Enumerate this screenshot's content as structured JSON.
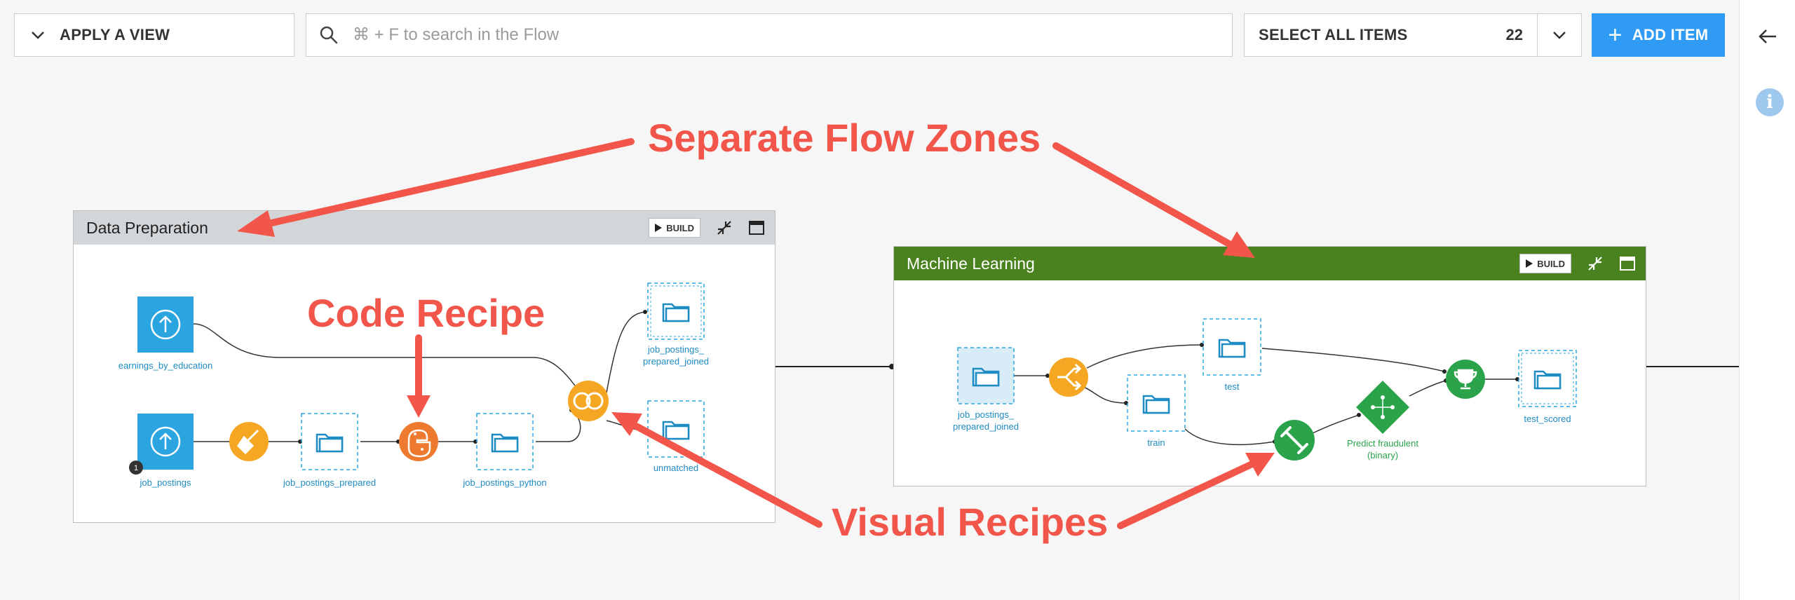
{
  "toolbar": {
    "apply_view_label": "APPLY A VIEW",
    "search_placeholder": "⌘ + F to search in the Flow",
    "select_all_label": "SELECT ALL ITEMS",
    "select_all_count": "22",
    "add_item_label": "ADD ITEM"
  },
  "zones": {
    "data_preparation": {
      "title": "Data Preparation",
      "build_label": "BUILD",
      "header_color": "#d3d6d9"
    },
    "machine_learning": {
      "title": "Machine Learning",
      "build_label": "BUILD",
      "header_color": "#4a821f"
    }
  },
  "nodes": {
    "earnings_by_education": "earnings_by_education",
    "job_postings": "job_postings",
    "job_postings_prepared": "job_postings_prepared",
    "job_postings_python": "job_postings_python",
    "job_postings_prepared_joined_line1": "job_postings_",
    "job_postings_prepared_joined_line2": "prepared_joined",
    "unmatched": "unmatched",
    "ml_input_line1": "job_postings_",
    "ml_input_line2": "prepared_joined",
    "train": "train",
    "test": "test",
    "model_line1": "Predict fraudulent",
    "model_line2": "(binary)",
    "test_scored": "test_scored",
    "comment_count": "1"
  },
  "annotations": {
    "separate_flow_zones": "Separate Flow Zones",
    "code_recipe": "Code Recipe",
    "visual_recipes": "Visual Recipes"
  },
  "colors": {
    "accent_blue": "#2f9bf4",
    "dataset_blue": "#1e8bc3",
    "recipe_orange": "#f5a623",
    "python_orange": "#ee7a2f",
    "ml_green": "#2aa34a",
    "annotation_red": "#f2564a"
  }
}
